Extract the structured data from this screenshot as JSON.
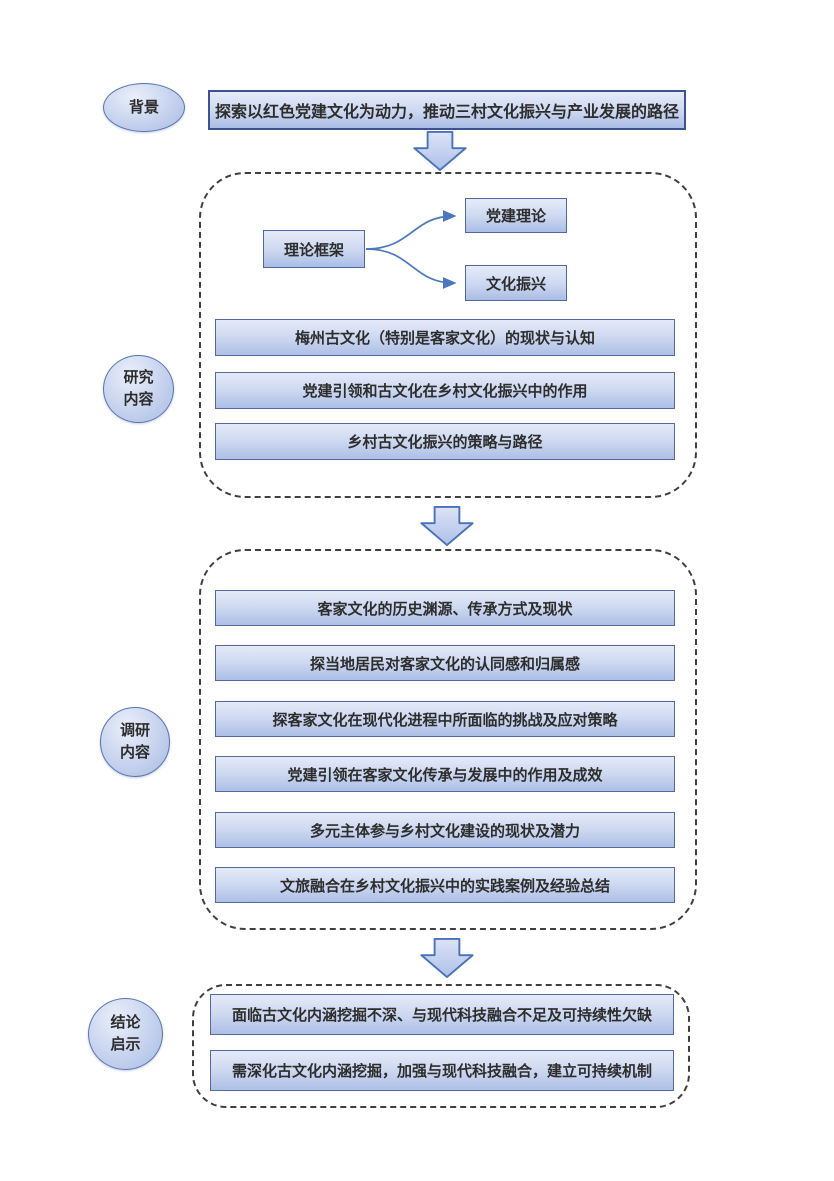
{
  "diagram": {
    "background": {
      "label": "背景",
      "statement": "探索以红色党建文化为动力，推动三村文化振兴与产业发展的路径"
    },
    "research": {
      "label_line1": "研究",
      "label_line2": "内容",
      "framework_root": "理论框架",
      "framework_branches": [
        "党建理论",
        "文化振兴"
      ],
      "items": [
        "梅州古文化（特别是客家文化）的现状与认知",
        "党建引领和古文化在乡村文化振兴中的作用",
        "乡村古文化振兴的策略与路径"
      ]
    },
    "survey": {
      "label_line1": "调研",
      "label_line2": "内容",
      "items": [
        "客家文化的历史渊源、传承方式及现状",
        "探当地居民对客家文化的认同感和归属感",
        "探客家文化在现代化进程中所面临的挑战及应对策略",
        "党建引领在客家文化传承与发展中的作用及成效",
        "多元主体参与乡村文化建设的现状及潜力",
        "文旅融合在乡村文化振兴中的实践案例及经验总结"
      ]
    },
    "conclusion": {
      "label_line1": "结论",
      "label_line2": "启示",
      "items": [
        "面临古文化内涵挖掘不深、与现代科技融合不足及可持续性欠缺",
        "需深化古文化内涵挖掘，加强与现代科技融合，建立可持续机制"
      ]
    }
  },
  "colors": {
    "box_fill_top": "#e6ebf9",
    "box_fill_bottom": "#aabde5",
    "box_border": "#51689e",
    "title_border": "#3d5390",
    "dashed_border": "#3f3f3f",
    "connector": "#4a77bd",
    "text": "#2d2d2d"
  }
}
